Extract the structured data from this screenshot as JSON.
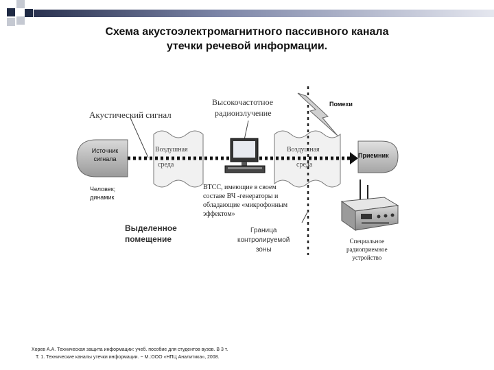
{
  "slide": {
    "title_line1": "Схема акустоэлектромагнитного пассивного канала",
    "title_line2": "утечки речевой информации."
  },
  "diagram": {
    "acoustic_signal": "Акустический сигнал",
    "source_line1": "Источник",
    "source_line2": "сигнала",
    "air_medium_1_line1": "Воздушная",
    "air_medium_1_line2": "среда",
    "hf_radiation_line1": "Высокочастотное",
    "hf_radiation_line2": "радиоизлучение",
    "air_medium_2_line1": "Воздушная",
    "air_medium_2_line2": "среда",
    "interference": "Помехи",
    "receiver": "Приемник",
    "person_line1": "Человек;",
    "person_line2": "динамик",
    "vtss_line1": "ВТСС, имеющие в своем",
    "vtss_line2": "составе ВЧ -генераторы и",
    "vtss_line3": "обладающие «микрофонным",
    "vtss_line4": "эффектом»",
    "room_line1": "Выделенное",
    "room_line2": "помещение",
    "border_line1": "Граница",
    "border_line2": "контролируемой",
    "border_line3": "зоны",
    "device_line1": "Специальное",
    "device_line2": "радиоприемное",
    "device_line3": "устройство"
  },
  "reference": {
    "line1": "Хорев А.А.  Техническая  защита информации: учеб. пособие для студентов вузов. В 3 т.",
    "line2": "Т. 1. Технические каналы утечки информации. − М.:ООО «НПЦ Аналитика», 2008."
  }
}
